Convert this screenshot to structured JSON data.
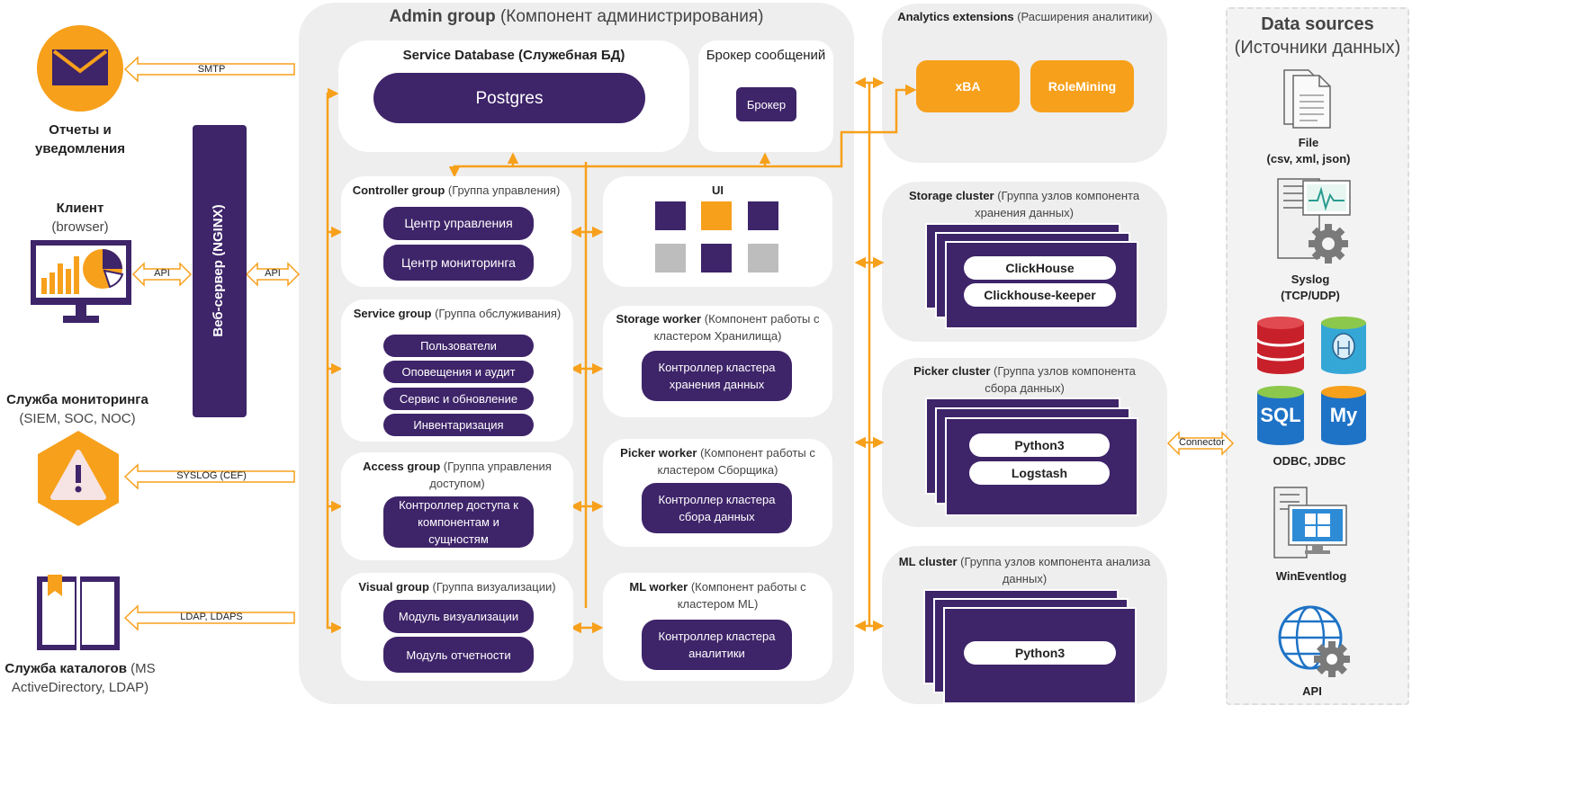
{
  "admin_group": {
    "title_bold": "Admin group",
    "title_rest": "(Компонент администрирования)"
  },
  "service_db": {
    "title": "Service Database (Служебная БД)",
    "postgres": "Postgres"
  },
  "broker": {
    "title": "Брокер сообщений",
    "button": "Брокер"
  },
  "controller_group": {
    "bold": "Controller group",
    "rest": "(Группа управления)",
    "items": [
      "Центр управления",
      "Центр мониторинга"
    ]
  },
  "ui": {
    "title": "UI"
  },
  "service_group": {
    "bold": "Service group",
    "rest": "(Группа обслуживания)",
    "items": [
      "Пользователи",
      "Оповещения и аудит",
      "Сервис и обновление",
      "Инвентаризация"
    ]
  },
  "storage_worker": {
    "bold": "Storage worker",
    "rest": "(Компонент работы с кластером Хранилища)",
    "item": "Контроллер кластера хранения данных"
  },
  "access_group": {
    "bold": "Access group",
    "rest": "(Группа управления доступом)",
    "item": "Контроллер доступа к компонентам и сущностям"
  },
  "picker_worker": {
    "bold": "Picker worker",
    "rest": "(Компонент работы с кластером Сборщика)",
    "item": "Контроллер кластера сбора данных"
  },
  "visual_group": {
    "bold": "Visual group",
    "rest": "(Группа визуализации)",
    "items": [
      "Модуль визуализации",
      "Модуль отчетности"
    ]
  },
  "ml_worker": {
    "bold": "ML worker",
    "rest": "(Компонент работы с кластером ML)",
    "item": "Контроллер кластера аналитики"
  },
  "analytics": {
    "bold": "Analytics extensions",
    "rest": "(Расширения аналитики)",
    "items": [
      "xBA",
      "RoleMining"
    ]
  },
  "storage_cluster": {
    "bold": "Storage cluster",
    "rest": "(Группа узлов компонента хранения данных)",
    "items": [
      "ClickHouse",
      "Clickhouse-keeper"
    ]
  },
  "picker_cluster": {
    "bold": "Picker cluster",
    "rest": "(Группа узлов компонента сбора данных)",
    "items": [
      "Python3",
      "Logstash"
    ]
  },
  "ml_cluster": {
    "bold": "ML cluster",
    "rest": "(Группа узлов компонента анализа данных)",
    "items": [
      "Python3"
    ]
  },
  "data_sources": {
    "title": "Data sources",
    "subtitle": "(Источники данных)",
    "file": {
      "name": "File",
      "formats": "(csv, xml, json)"
    },
    "syslog": {
      "name": "Syslog",
      "proto": "(TCP/UDP)"
    },
    "db": {
      "sql": "SQL",
      "my": "My",
      "label": "ODBC, JDBC"
    },
    "wineventlog": "WinEventlog",
    "api": "API"
  },
  "left": {
    "reports": "Отчеты и уведомления",
    "client_bold": "Клиент",
    "client_rest": "(browser)",
    "monitoring_bold": "Служба мониторинга",
    "monitoring_rest": "(SIEM, SOC, NOC)",
    "catalog_bold": "Служба каталогов",
    "catalog_rest": "(MS ActiveDirectory, LDAP)",
    "web_server": "Веб-сервер (NGINX)"
  },
  "connectors": {
    "smtp": "SMTP",
    "api_client": "API",
    "api_web": "API",
    "syslog_cef": "SYSLOG (CEF)",
    "ldap": "LDAP, LDAPS",
    "connector": "Connector"
  },
  "colors": {
    "accent": "#f7a01b",
    "primary": "#3e2469",
    "panel": "#eeeeee"
  }
}
